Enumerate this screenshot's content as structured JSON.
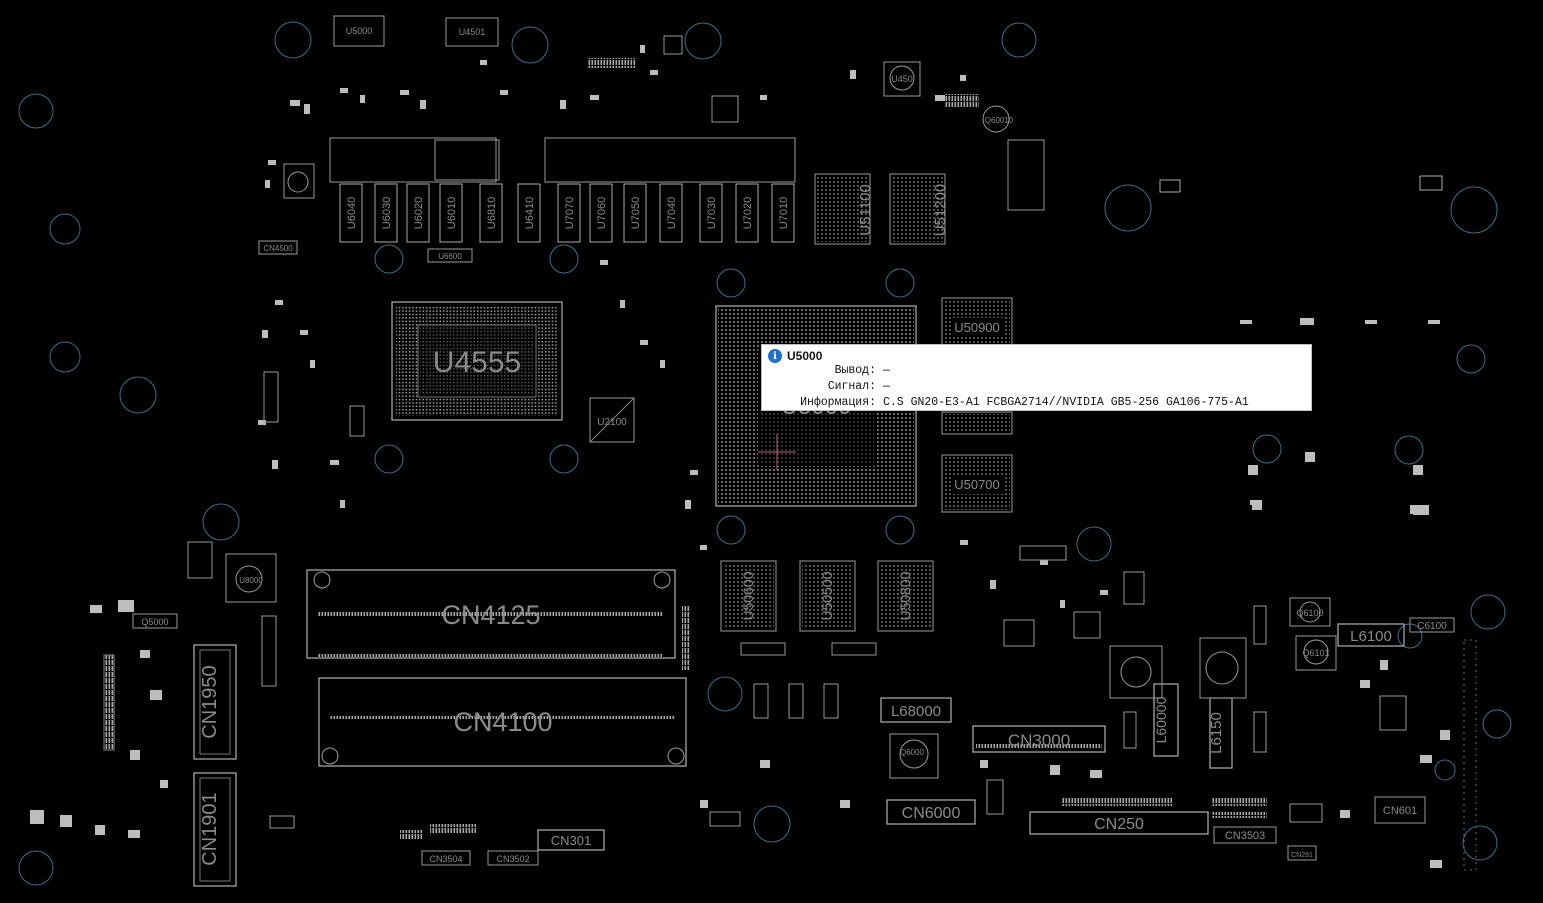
{
  "board": {
    "components": {
      "U4555": "U4555",
      "U5000": "U5000",
      "U51100": "U51100",
      "U51200": "U51200",
      "U50900": "U50900",
      "U50700": "U50700",
      "U50600": "U50600",
      "U50500": "U50500",
      "U50800": "U50800",
      "U2100": "U2100",
      "U450": "U450",
      "CN4125": "CN4125",
      "CN4100": "CN4100",
      "CN1950": "CN1950",
      "CN1901": "CN1901",
      "CN3000": "CN3000",
      "CN6000": "CN6000",
      "CN250": "CN250",
      "CN301": "CN301",
      "CN3504": "CN3504",
      "CN3502": "CN3502",
      "CN3503": "CN3503",
      "CN601": "CN601",
      "CN281": "CN281",
      "CN4500": "CN4500",
      "L68000": "L68000",
      "L6100": "L6100",
      "L6150": "L6150",
      "L60000": "L60000",
      "Q6100": "Q6100",
      "Q6101": "Q6101",
      "Q5000": "Q5000",
      "Q6000": "Q6000",
      "Q60010": "Q60010",
      "C6100": "C6100",
      "U6600": "U6600",
      "U8000": "U8000",
      "U4501": "U4501",
      "U5000_small": "U5000"
    },
    "mosfets_top_left": [
      "U6040",
      "U6030",
      "U6020",
      "U6010",
      "U6810",
      "U6410"
    ],
    "mosfets_top_right": [
      "U7070",
      "U7060",
      "U7050",
      "U7040",
      "U7030",
      "U7020",
      "U7010"
    ]
  },
  "tooltip": {
    "title": "U5000",
    "rows": [
      {
        "key": "Вывод:",
        "value": "—"
      },
      {
        "key": "Сигнал:",
        "value": "—"
      },
      {
        "key": "Информация:",
        "value": "C.S GN20-E3-A1 FCBGA2714//NVIDIA GB5-256 GA106-775-A1"
      }
    ]
  },
  "colors": {
    "background": "#000000",
    "silkscreen": "#9a9a9a",
    "via": "#3a6f8a",
    "tooltip_icon": "#1f6fd0",
    "cursor": "#c06070"
  }
}
